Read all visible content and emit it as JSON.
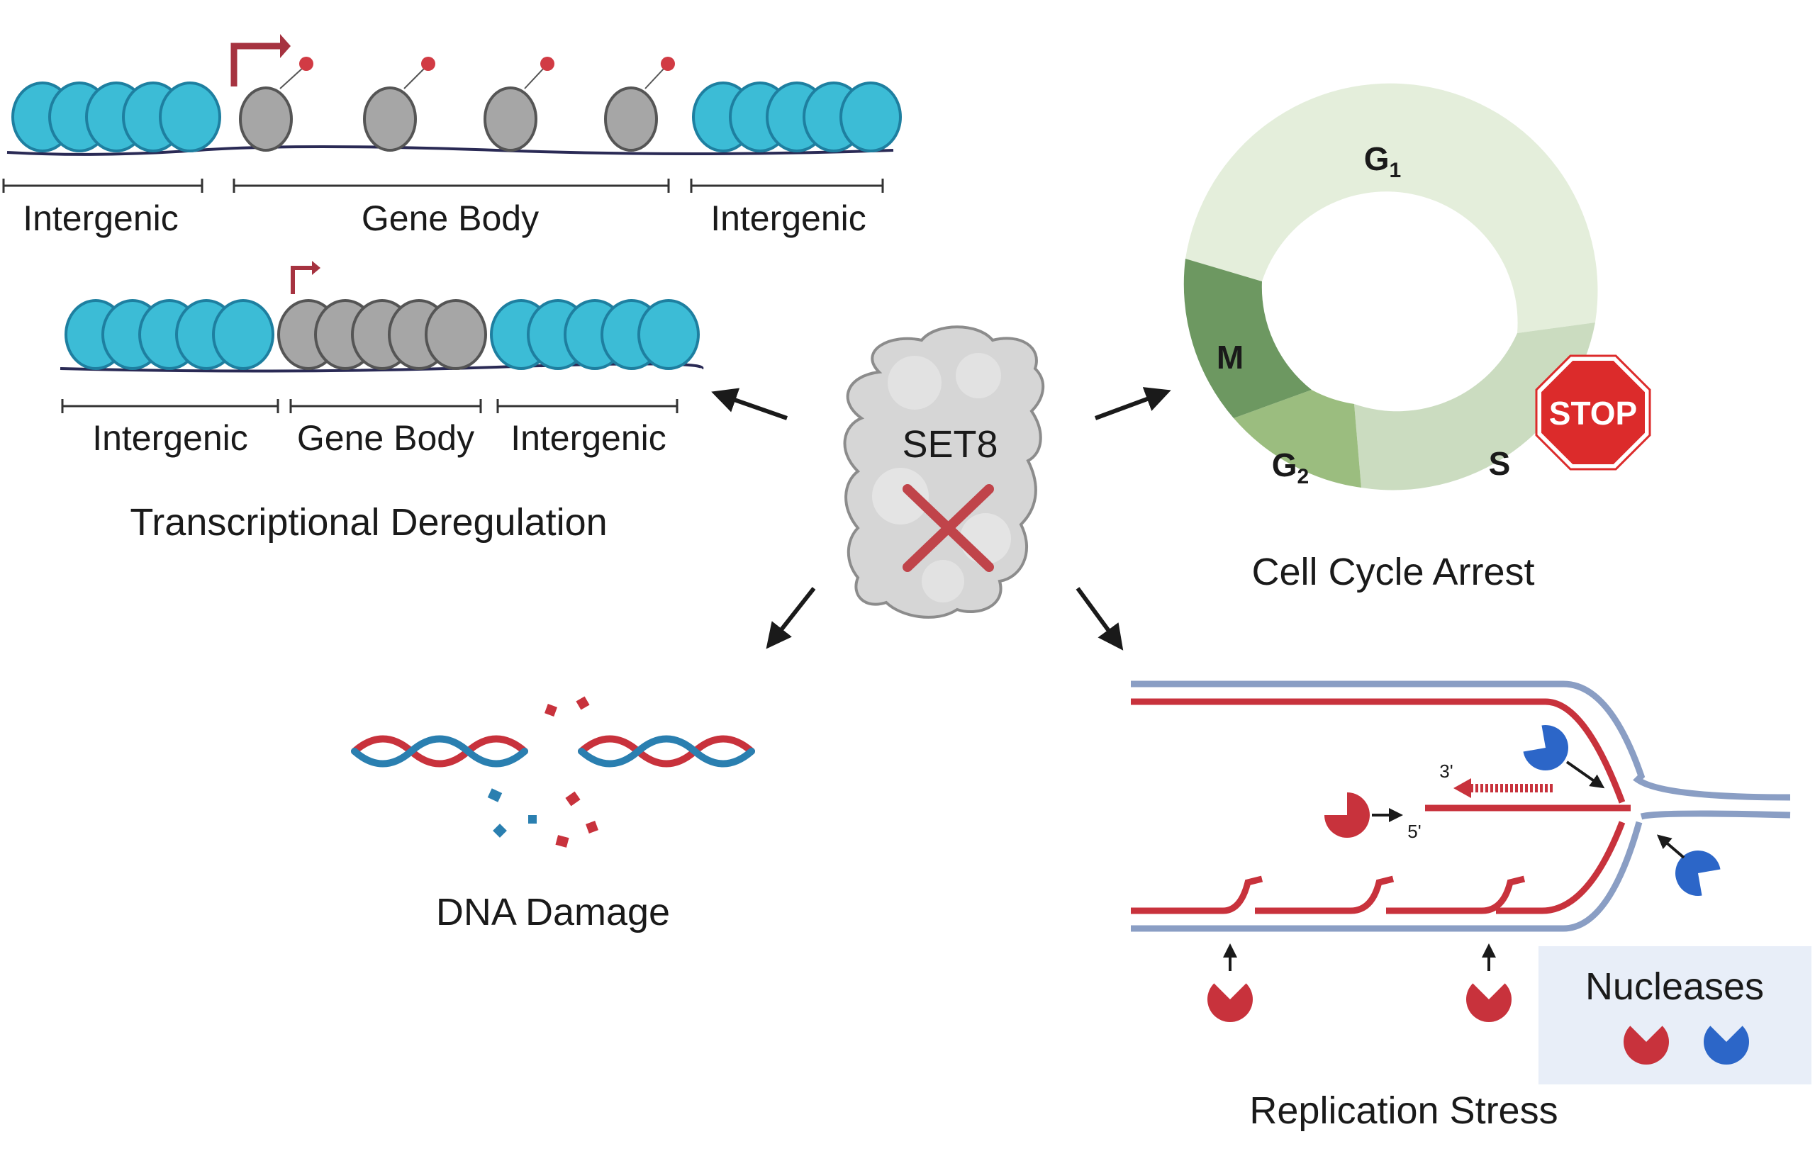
{
  "center": {
    "protein_label": "SET8"
  },
  "transcription": {
    "top_track": {
      "labels": [
        "Intergenic",
        "Gene Body",
        "Intergenic"
      ]
    },
    "bottom_track": {
      "labels": [
        "Intergenic",
        "Gene Body",
        "Intergenic"
      ]
    },
    "caption": "Transcriptional Deregulation"
  },
  "cell_cycle": {
    "phases": {
      "g1": "G",
      "g1_sub": "1",
      "s": "S",
      "g2": "G",
      "g2_sub": "2",
      "m": "M"
    },
    "stop_sign": "STOP",
    "caption": "Cell Cycle Arrest"
  },
  "dna_damage": {
    "caption": "DNA Damage"
  },
  "replication": {
    "end_3": "3'",
    "end_5": "5'",
    "legend_title": "Nucleases",
    "caption": "Replication Stress"
  },
  "colors": {
    "nucleosome_teal": "#3cbcd6",
    "nucleosome_gray": "#a6a6a6",
    "dna_red": "#c8323c",
    "dna_blue": "#2a7fb0",
    "strand_blue": "#8a9ec4",
    "nuclease_red": "#c8323c",
    "nuclease_blue": "#2c66c8",
    "g1": "#e4eedb",
    "s": "#cbdcc0",
    "g2": "#9bbd7f",
    "m": "#6d9861",
    "stop": "#dc2b2b",
    "legend_bg": "#e8eef8"
  }
}
